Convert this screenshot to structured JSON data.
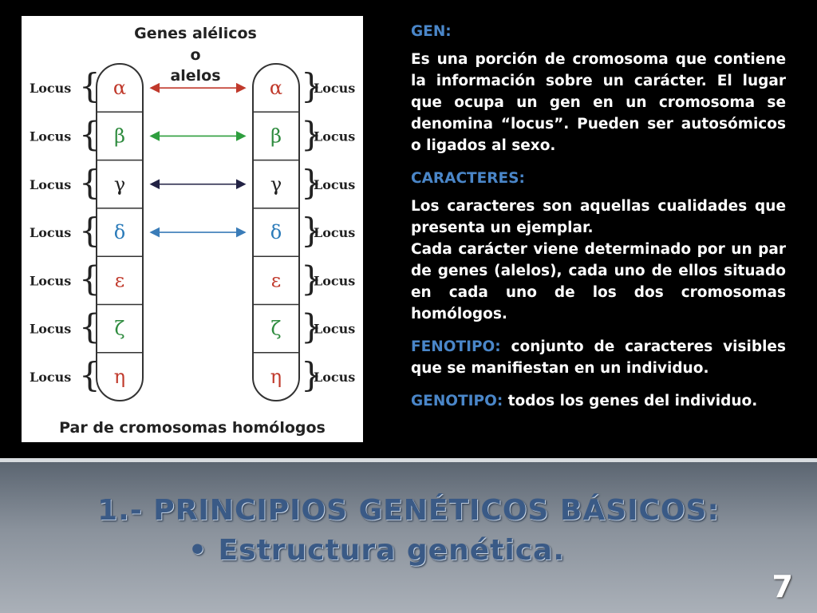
{
  "figure": {
    "title_line1": "Genes alélicos",
    "title_line2": "o",
    "title_line3": "alelos",
    "locus_label": "Locus",
    "genes": [
      "α",
      "β",
      "γ",
      "δ",
      "ε",
      "ζ",
      "η"
    ],
    "gene_colors": [
      "#c0392b",
      "#2e8b3e",
      "#222222",
      "#2b7bb9",
      "#c0392b",
      "#2e8b3e",
      "#c0392b"
    ],
    "arrow_colors": [
      "#c0392b",
      "#2e9e3e",
      "#222244",
      "#3a7cb8"
    ],
    "caption": "Par de cromosomas homólogos"
  },
  "text": {
    "gen_label": "GEN:",
    "gen_body": "Es una porción de cromosoma que contiene la información sobre un carácter. El lugar que ocupa un gen en un cromosoma se denomina “locus”. Pueden ser autosómicos o ligados al sexo.",
    "caracteres_label": "CARACTERES:",
    "caracteres_body1": "Los caracteres son aquellas cualidades que presenta un ejemplar.",
    "caracteres_body2": "Cada carácter viene determinado por un par de genes (alelos), cada uno de ellos situado en cada uno de los dos cromosomas homólogos.",
    "fenotipo_label": "FENOTIPO:",
    "fenotipo_body": " conjunto de caracteres visibles que se manifiestan en un individuo.",
    "genotipo_label": "GENOTIPO:",
    "genotipo_body": " todos los genes del individuo."
  },
  "footer": {
    "title_line1": "1.- PRINCIPIOS GENÉTICOS BÁSICOS:",
    "title_line2": "• Estructura genética.",
    "page_number": "7"
  }
}
